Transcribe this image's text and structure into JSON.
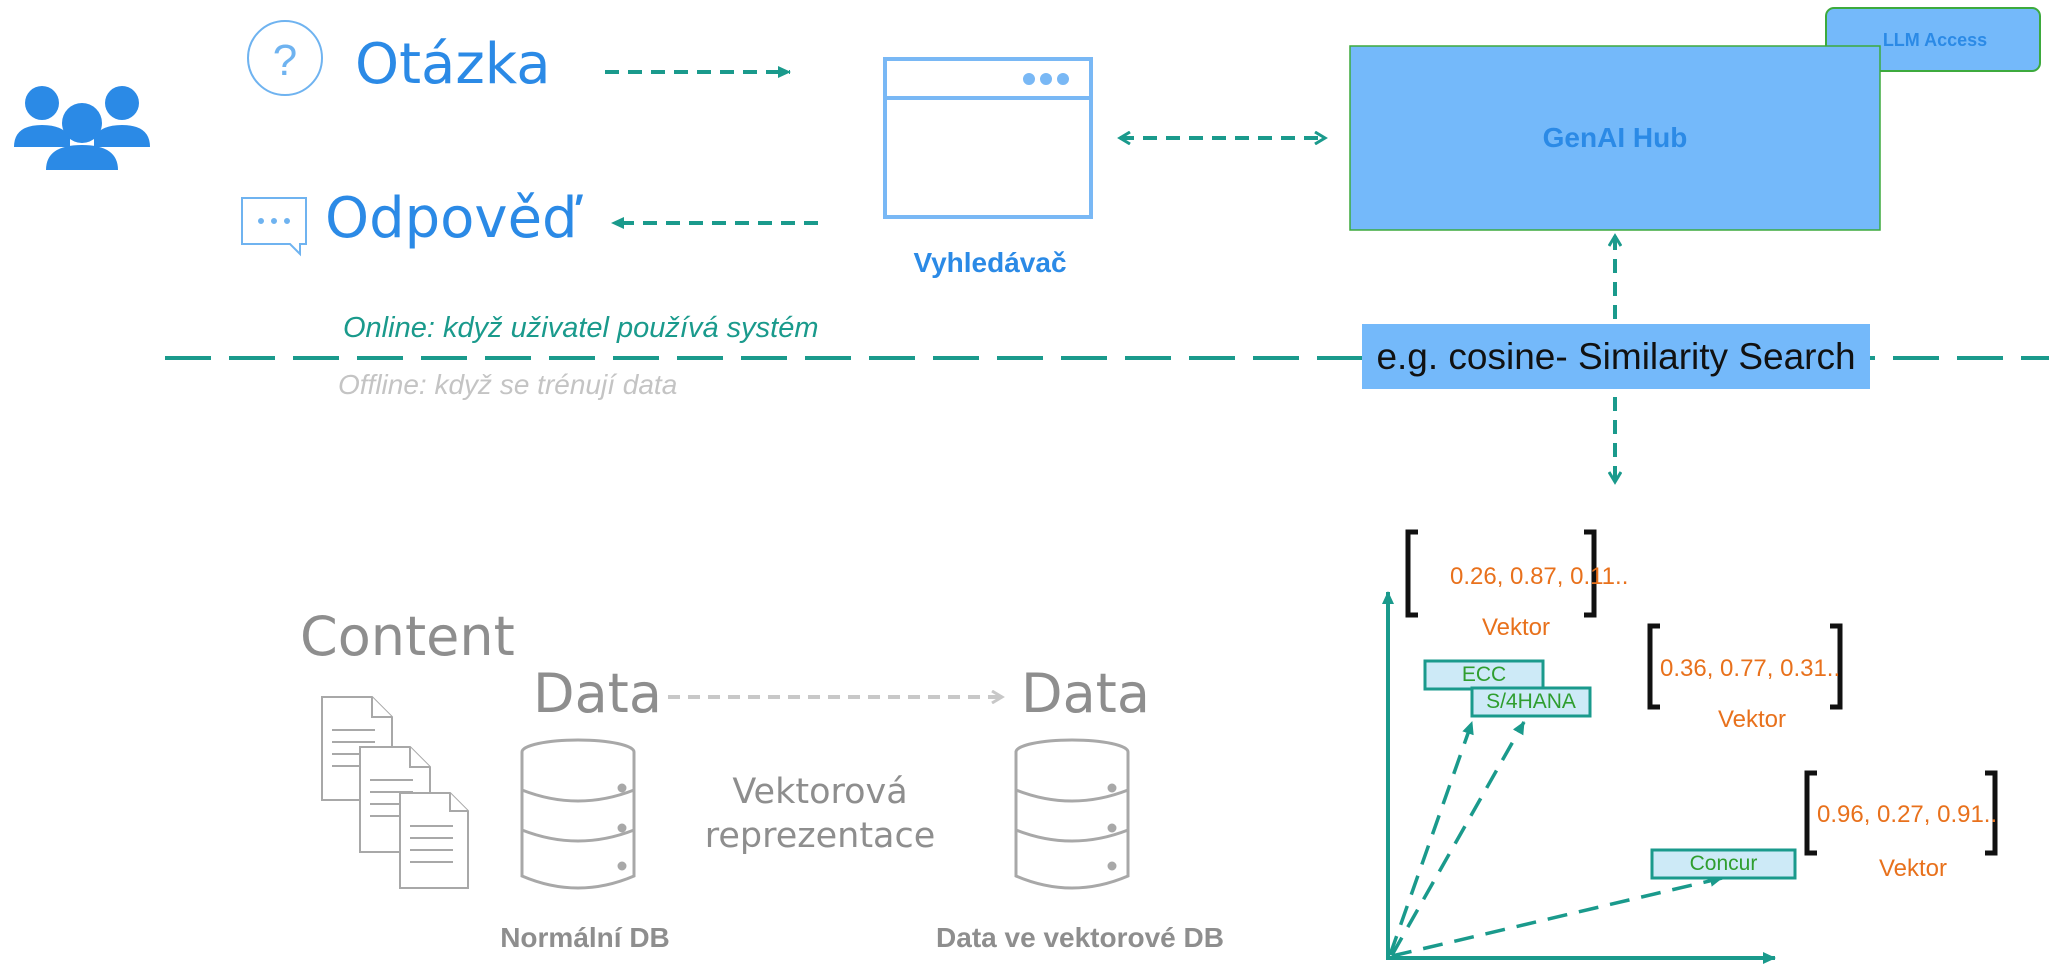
{
  "user_side": {
    "question_label": "Otázka",
    "answer_label": "Odpověď"
  },
  "search_engine": {
    "label": "Vyhledávač"
  },
  "genai_hub": {
    "label": "GenAI Hub",
    "llm_access_label": "LLM Access"
  },
  "divider": {
    "online_text": "Online: když uživatel používá systém",
    "offline_text": "Offline: když se trénují data"
  },
  "similarity_search": {
    "label": "e.g. cosine- Similarity Search"
  },
  "pipeline": {
    "content_label": "Content",
    "data_left_label": "Data",
    "data_right_label": "Data",
    "vector_rep_line1": "Vektorová",
    "vector_rep_line2": "reprezentace",
    "normal_db_label": "Normální DB",
    "vector_db_label": "Data ve vektorové DB"
  },
  "vector_space": {
    "vectors": [
      {
        "values": "0.26, 0.87, 0.11..",
        "label": "Vektor"
      },
      {
        "values": "0.36, 0.77, 0.31..",
        "label": "Vektor"
      },
      {
        "values": "0.96, 0.27, 0.91..",
        "label": "Vektor"
      }
    ],
    "systems": [
      {
        "label": "ECC"
      },
      {
        "label": "S/4HANA"
      },
      {
        "label": "Concur"
      }
    ]
  },
  "colors": {
    "primary_blue": "#2b8ae6",
    "hub_fill": "#74b9fa",
    "teal": "#1a9a8c",
    "gray": "#8e8e8e",
    "orange": "#e8711c",
    "green_text": "#2f9e2f",
    "box_fill": "#cdeaf7"
  }
}
